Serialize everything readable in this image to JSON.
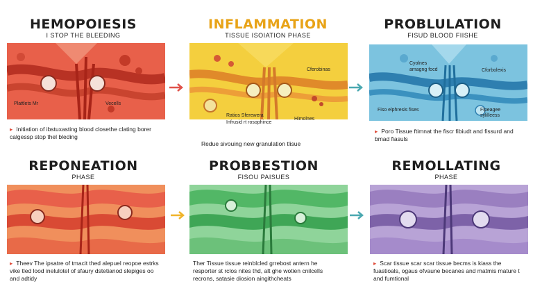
{
  "panels": [
    {
      "title": "HEMOPOIESIS",
      "subtitle": "I STOP THE BLEEDING",
      "caption": "Initiation of ibstuxasting blood closethe clating borer calgessp stop thel bleding",
      "labels": [
        "Plattlets Mr",
        "Vecells"
      ],
      "title_color": "#1e1e1e"
    },
    {
      "title": "INFLAMMATION",
      "subtitle": "TISSUE ISOIATION PHASE",
      "caption": "Redue sivouing new granulation tlisue",
      "labels": [
        "Cferobinas",
        "Ratios Sferewera",
        "Infrusid rt rosophince",
        "Himolnes"
      ],
      "title_color": "#e8a317"
    },
    {
      "title": "PROBLULATION",
      "subtitle": "FISUD BLOOD FIISHE",
      "caption": "Poro Tissue ftimnat the fiscr fibiudt and fissurd and bmad fiasuls",
      "labels": [
        "Cyolnes",
        "amagng focd",
        "Cforbolexis",
        "Fiso elphresis fises",
        "Fipeagee sylilleess"
      ],
      "title_color": "#1e1e1e"
    },
    {
      "title": "REPONEATION",
      "subtitle": "PHASE",
      "caption": "Theev The ipsatre of tmacit thed alepuel reopoe estrks vike tled lood inelulotel of sfaury dstetianod slepiges oo and adtidy",
      "labels": [],
      "title_color": "#1e1e1e"
    },
    {
      "title": "PROBBESTION",
      "subtitle": "FISOU PAISUES",
      "caption": "Ther Tissue tissue reinblcled grrebost antern he resporter st rclos nites thd, alt ghe wotien cnilcells recrons, satasie diosion aingithcheats",
      "labels": [],
      "title_color": "#1e1e1e"
    },
    {
      "title": "REMOLLATING",
      "subtitle": "PHASE",
      "caption": "Scar tissue scar scar tissue becms is kiass the fuastioals, ogaus ofvaune becanes and matmis mature t and fumtional",
      "labels": [],
      "title_color": "#1e1e1e"
    }
  ],
  "colors": {
    "red": "#e8604a",
    "yellow": "#f4cf3e",
    "blue": "#7cc3df",
    "green": "#52b766",
    "purple": "#9a7fc0",
    "arrow_red": "#e0524a",
    "arrow_yellow": "#f0b42a",
    "arrow_teal": "#4aa8b0"
  },
  "icons": [
    "right-arrow-icon",
    "right-arrow-icon",
    "right-arrow-icon",
    "right-arrow-icon"
  ]
}
